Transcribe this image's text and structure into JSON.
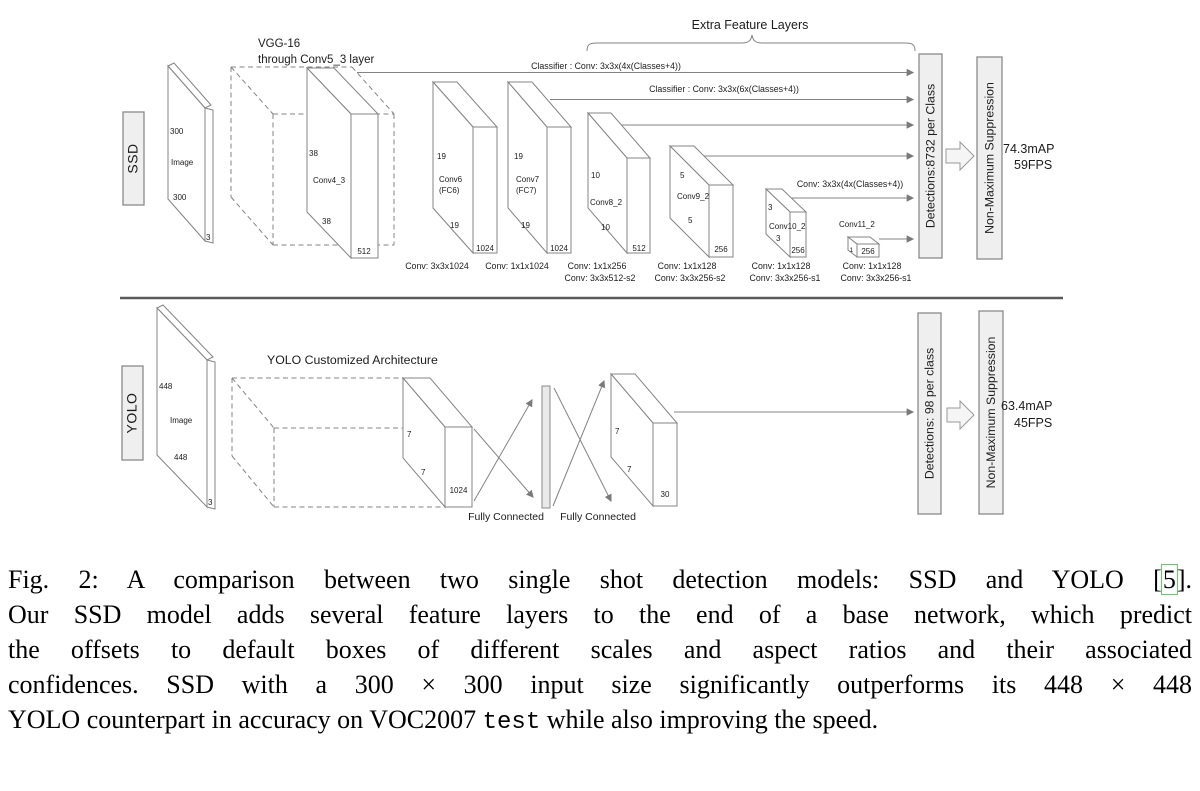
{
  "figure": {
    "ssd": {
      "row_label": "SSD",
      "input": {
        "h": "300",
        "name": "Image",
        "w": "300",
        "c": "3"
      },
      "backbone_line1": "VGG-16",
      "backbone_line2": "through Conv5_3 layer",
      "extra_title": "Extra Feature Layers",
      "classifier1": "Classifier : Conv: 3x3x(4x(Classes+4))",
      "classifier2": "Classifier : Conv: 3x3x(6x(Classes+4))",
      "classifier3": "Conv: 3x3x(4x(Classes+4))",
      "layers": [
        {
          "name": "Conv4_3",
          "h": "38",
          "w": "38",
          "c": "512"
        },
        {
          "name": "Conv6",
          "sub": "(FC6)",
          "h": "19",
          "w": "19",
          "c": "1024"
        },
        {
          "name": "Conv7",
          "sub": "(FC7)",
          "h": "19",
          "w": "19",
          "c": "1024"
        },
        {
          "name": "Conv8_2",
          "h": "10",
          "w": "10",
          "c": "512"
        },
        {
          "name": "Conv9_2",
          "h": "5",
          "w": "5",
          "c": "256"
        },
        {
          "name": "Conv10_2",
          "h": "3",
          "w": "3",
          "c": "256"
        },
        {
          "name": "Conv11_2",
          "h": "1",
          "c": "256"
        }
      ],
      "ops": [
        {
          "l1": "Conv: 3x3x1024"
        },
        {
          "l1": "Conv: 1x1x1024"
        },
        {
          "l1": "Conv: 1x1x256",
          "l2": "Conv: 3x3x512-s2"
        },
        {
          "l1": "Conv: 1x1x128",
          "l2": "Conv: 3x3x256-s2"
        },
        {
          "l1": "Conv: 1x1x128",
          "l2": "Conv: 3x3x256-s1"
        },
        {
          "l1": "Conv: 1x1x128",
          "l2": "Conv: 3x3x256-s1"
        }
      ],
      "detections": "Detections:8732 per Class",
      "nms": "Non-Maximum Suppression",
      "map": "74.3mAP",
      "fps": "59FPS"
    },
    "yolo": {
      "row_label": "YOLO",
      "input": {
        "h": "448",
        "name": "Image",
        "w": "448",
        "c": "3"
      },
      "backbone_title": "YOLO Customized Architecture",
      "backbone_out": {
        "h": "7",
        "w": "7",
        "c": "1024"
      },
      "fc1": "Fully Connected",
      "fc2": "Fully Connected",
      "out": {
        "h": "7",
        "w": "7",
        "c": "30"
      },
      "detections": "Detections: 98 per class",
      "nms": "Non-Maximum Suppression",
      "map": "63.4mAP",
      "fps": "45FPS"
    }
  },
  "caption": {
    "line1_pre": "Fig. 2: A comparison between two single shot detection models: SSD and YOLO [",
    "line1_ref": "5",
    "line1_post": "].",
    "line2": "Our SSD model adds several feature layers to the end of a base network, which predict",
    "line3": "the offsets to default boxes of different scales and aspect ratios and their associated",
    "line4_a": "confidences. SSD with a ",
    "line4_m1": "300 × 300",
    "line4_b": " input size significantly outperforms its ",
    "line4_m2": "448 × 448",
    "line5_a": "YOLO counterpart in accuracy on VOC2007 ",
    "line5_code": "test",
    "line5_b": " while also improving the speed."
  },
  "colors": {
    "edge": "#848484",
    "panel_fill": "#efefef",
    "ref_green": "#63cf63",
    "divider": "#5a5a5a"
  }
}
